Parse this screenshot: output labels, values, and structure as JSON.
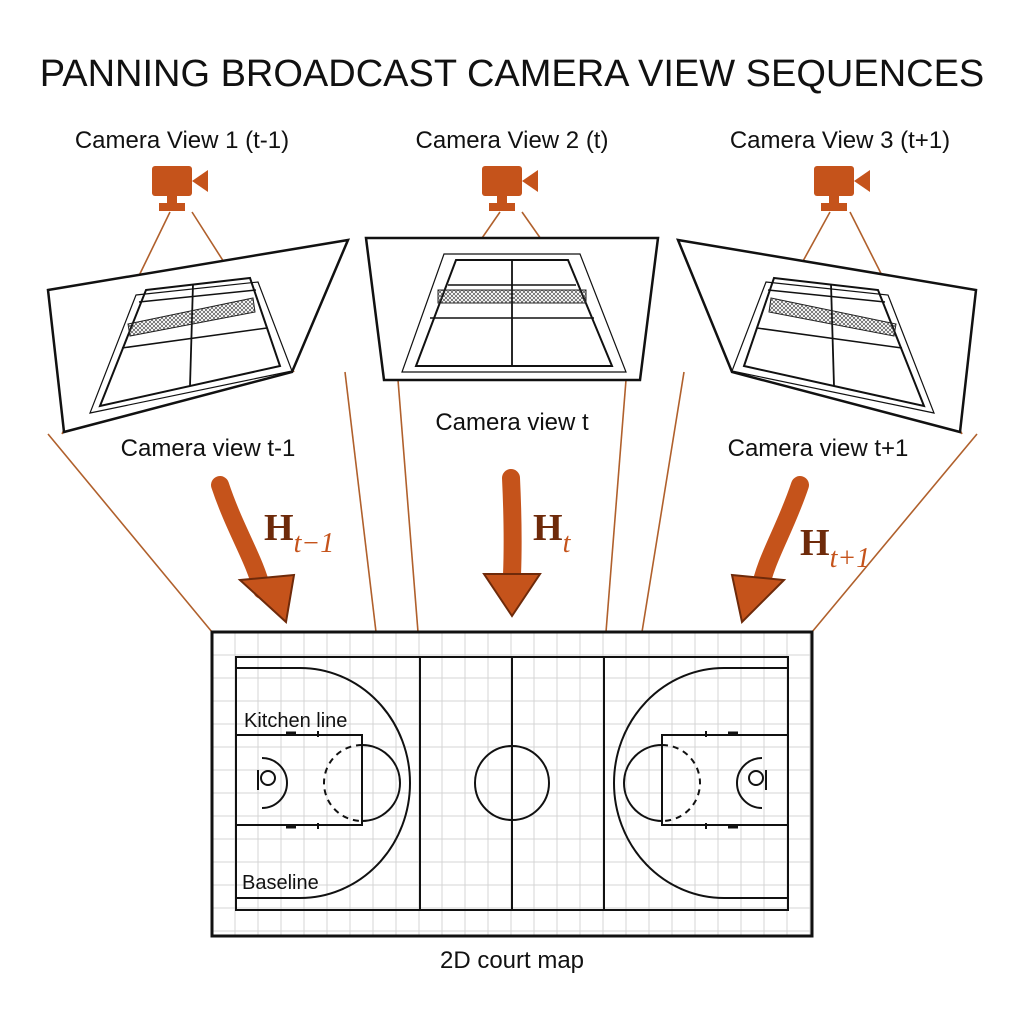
{
  "title": "PANNING BROADCAST CAMERA VIEW SEQUENCES",
  "colors": {
    "accent": "#c5531b",
    "accent_dark": "#6e2a0a",
    "ray": "#b0602c",
    "ink": "#111111",
    "grid": "#d4d4d4"
  },
  "cameras": [
    {
      "id": "t-1",
      "header": "Camera View 1 (t-1)",
      "caption": "Camera view t-1",
      "icon": "video-camera-icon",
      "homography": {
        "symbol": "H",
        "subscript": "t−1"
      }
    },
    {
      "id": "t",
      "header": "Camera View 2 (t)",
      "caption": "Camera view t",
      "icon": "video-camera-icon",
      "homography": {
        "symbol": "H",
        "subscript": "t"
      }
    },
    {
      "id": "t+1",
      "header": "Camera View 3 (t+1)",
      "caption": "Camera view t+1",
      "icon": "video-camera-icon",
      "homography": {
        "symbol": "H",
        "subscript": "t+1"
      }
    }
  ],
  "court_map": {
    "caption": "2D court map",
    "labels": {
      "kitchen": "Kitchen line",
      "baseline": "Baseline"
    }
  }
}
